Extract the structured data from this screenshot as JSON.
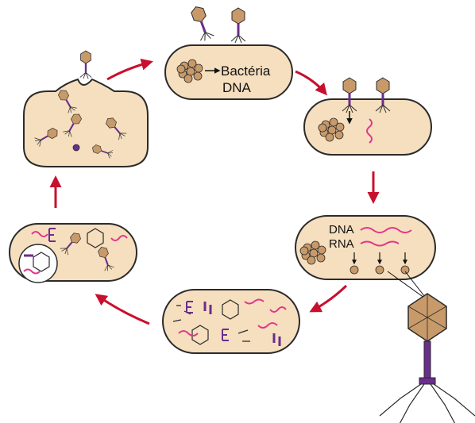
{
  "labels": {
    "bacteria_dna_line1": "Bactéria",
    "bacteria_dna_line2": "DNA",
    "dna": "DNA",
    "rna": "RNA"
  },
  "colors": {
    "cell_fill": "#f6dfbe",
    "cell_stroke": "#2b2b2b",
    "cycle_arrow": "#c8102e",
    "phage_tail": "#6a2e8c",
    "phage_head": "#c89a6a",
    "rna": "#e0378a",
    "protein_fragment": "#6a2e8c"
  },
  "icons": {
    "phage": "bacteriophage-icon",
    "bacterial_chromosome": "chromosome-cluster-icon",
    "cycle": "lytic-cycle-arrows"
  }
}
